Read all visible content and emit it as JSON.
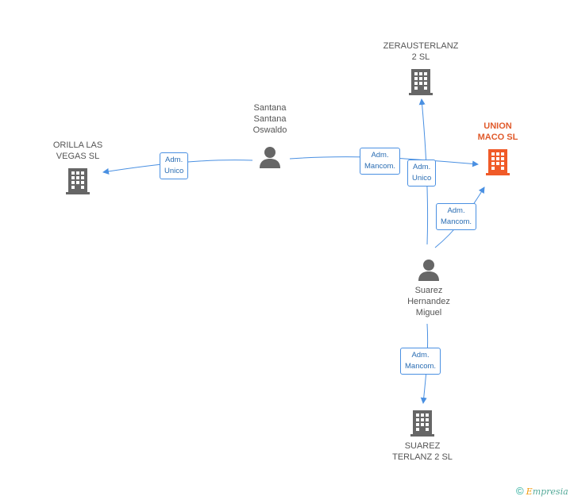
{
  "colors": {
    "edge": "#4a90e2",
    "node": "#666666",
    "highlight": "#f05a28"
  },
  "nodes": {
    "union_maco": {
      "lines": [
        "UNION",
        "MACO SL"
      ],
      "icon": "building-icon"
    },
    "zerausterlanz": {
      "lines": [
        "ZERAUSTERLANZ",
        "2 SL"
      ],
      "icon": "building-icon"
    },
    "orilla_las_vegas": {
      "lines": [
        "ORILLA LAS",
        "VEGAS SL"
      ],
      "icon": "building-icon"
    },
    "suarez_terlanz": {
      "lines": [
        "SUAREZ",
        "TERLANZ 2 SL"
      ],
      "icon": "building-icon"
    },
    "santana": {
      "lines": [
        "Santana",
        "Santana",
        "Oswaldo"
      ],
      "icon": "person-icon"
    },
    "suarez_hernandez": {
      "lines": [
        "Suarez",
        "Hernandez",
        "Miguel"
      ],
      "icon": "person-icon"
    }
  },
  "edge_labels": {
    "santana_orilla": [
      "Adm.",
      "Unico"
    ],
    "santana_union": [
      "Adm.",
      "Mancom."
    ],
    "suarez_zeraus": [
      "Adm.",
      "Unico"
    ],
    "suarez_union": [
      "Adm.",
      "Mancom."
    ],
    "suarez_terlanz": [
      "Adm.",
      "Mancom."
    ]
  },
  "footer": {
    "copyright": "©",
    "brand_first": "E",
    "brand_rest": "mpresia"
  }
}
